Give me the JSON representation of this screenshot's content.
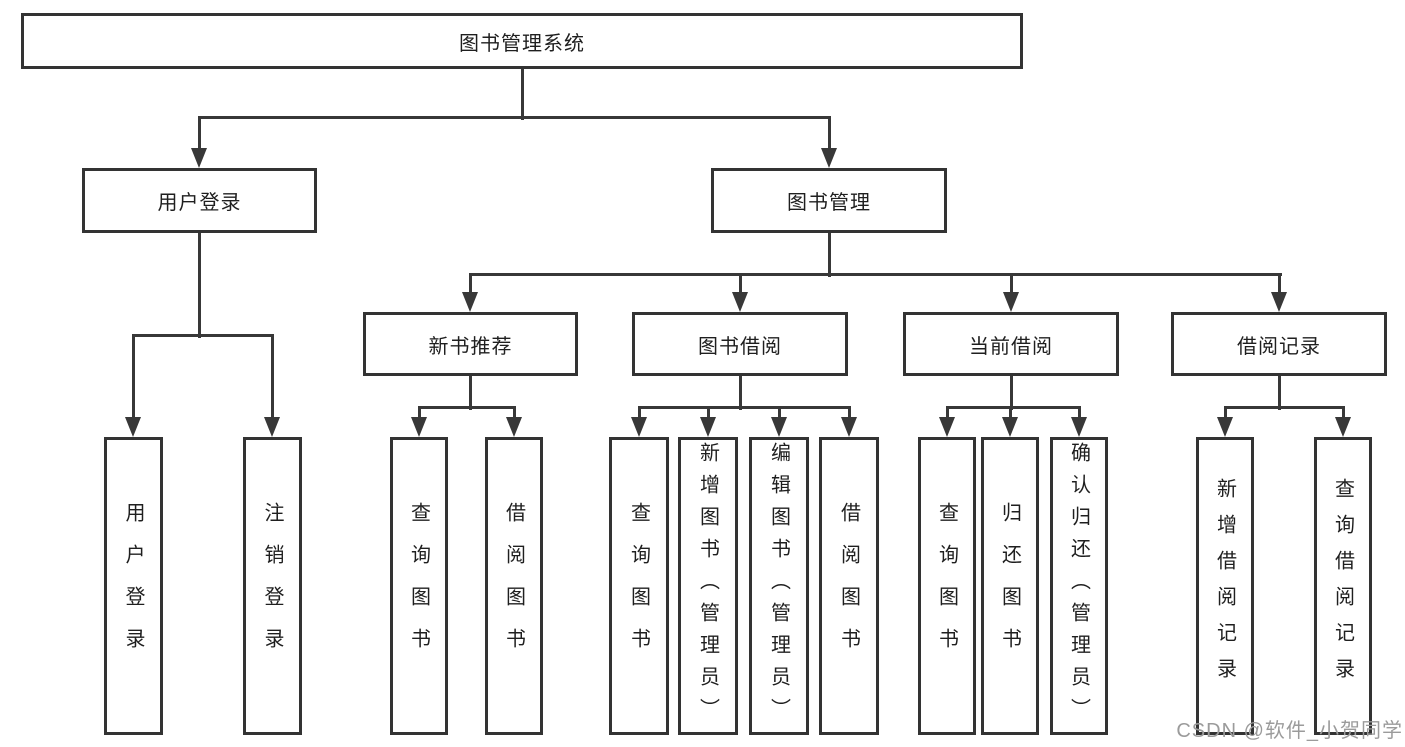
{
  "diagram": {
    "root": {
      "label": "图书管理系统"
    },
    "user_login": {
      "label": "用户登录",
      "children": [
        {
          "label": "用户登录"
        },
        {
          "label": "注销登录"
        }
      ]
    },
    "book_management": {
      "label": "图书管理",
      "children": [
        {
          "label": "新书推荐",
          "children": [
            {
              "label": "查询图书"
            },
            {
              "label": "借阅图书"
            }
          ]
        },
        {
          "label": "图书借阅",
          "children": [
            {
              "label": "查询图书"
            },
            {
              "label": "新增图书（管理员）"
            },
            {
              "label": "编辑图书（管理员）"
            },
            {
              "label": "借阅图书"
            }
          ]
        },
        {
          "label": "当前借阅",
          "children": [
            {
              "label": "查询图书"
            },
            {
              "label": "归还图书"
            },
            {
              "label": "确认归还（管理员）"
            }
          ]
        },
        {
          "label": "借阅记录",
          "children": [
            {
              "label": "新增借阅记录"
            },
            {
              "label": "查询借阅记录"
            }
          ]
        }
      ]
    }
  },
  "watermark": {
    "text": "CSDN @软件_小贺同学"
  },
  "colors": {
    "line": "#383838",
    "box_border": "#333333",
    "text": "#1f1f1f",
    "background": "#ffffff",
    "watermark_text": "#9b9b9b"
  }
}
